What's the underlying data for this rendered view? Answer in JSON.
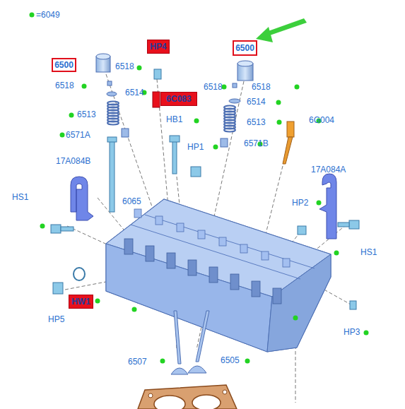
{
  "diagram": {
    "nodes": [
      {
        "text": [
          "HP4"
        ]
      },
      {
        "text": [
          "6500"
        ]
      },
      {
        "text": [
          "6500"
        ]
      },
      {
        "text": [
          "6C083"
        ]
      },
      {
        "text": [
          "HW1"
        ]
      }
    ],
    "labels": [
      "=6049",
      "6518",
      "6518",
      "6518",
      "6518",
      "6514",
      "6514",
      "6513",
      "6513",
      "6G004",
      "HB1",
      "6571A",
      "HP1",
      "6571B",
      "17A084B",
      "17A084A",
      "HS1",
      "6065",
      "HP2",
      "HS1",
      "HP5",
      "HP3",
      "6507",
      "6505"
    ]
  }
}
